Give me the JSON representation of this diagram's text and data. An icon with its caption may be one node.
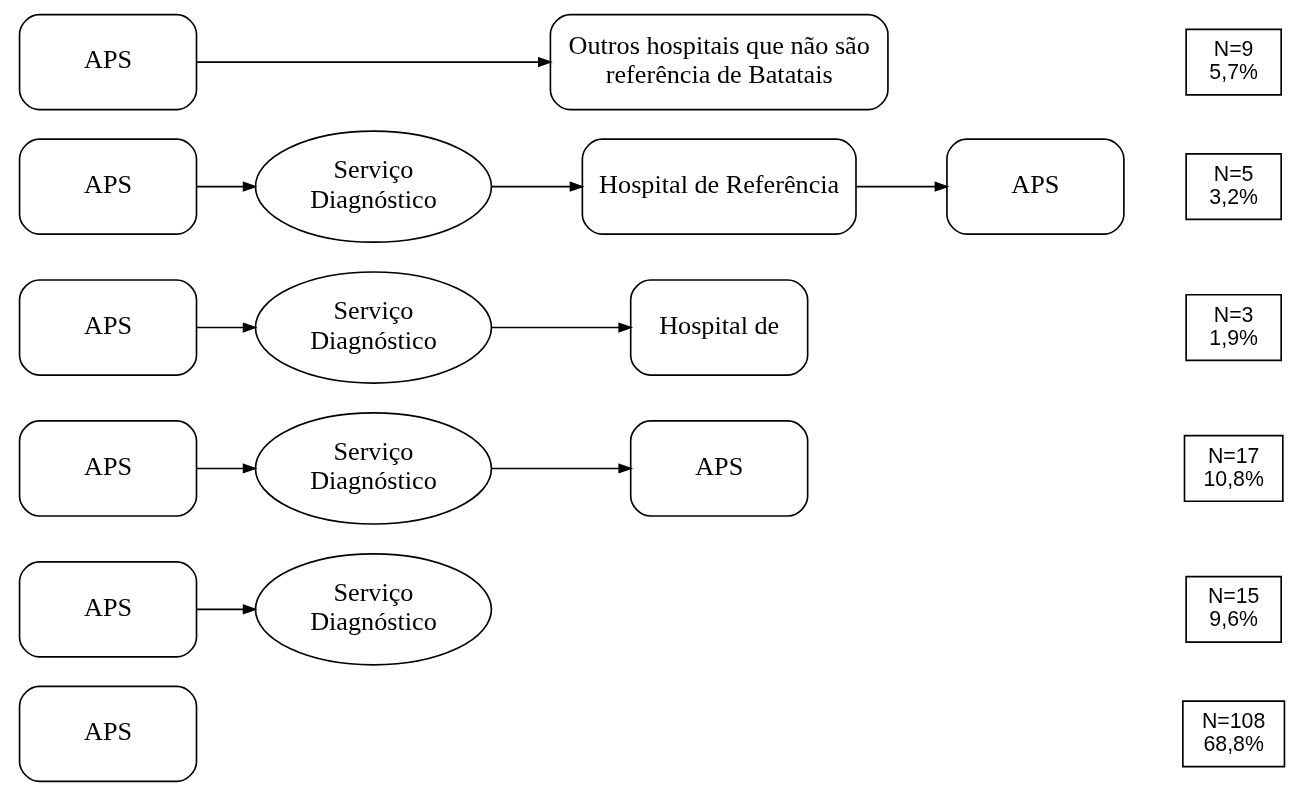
{
  "diagram": {
    "nodes": [
      {
        "text": [
          "APS"
        ]
      },
      {
        "text": [
          "N=108",
          "68,8%"
        ]
      },
      {
        "text": [
          "APS"
        ]
      },
      {
        "text": [
          "Serviço Diagnóstico"
        ]
      },
      {
        "text": [
          "N=15",
          "9,6%"
        ]
      },
      {
        "text": [
          "APS"
        ]
      },
      {
        "text": [
          "Serviço Diagnóstico"
        ]
      },
      {
        "text": [
          "APS"
        ]
      },
      {
        "text": [
          "N=17",
          "10,8%"
        ]
      },
      {
        "text": [
          "APS"
        ]
      },
      {
        "text": [
          "Serviço Diagnóstico"
        ]
      },
      {
        "text": [
          "Hospital de"
        ]
      },
      {
        "text": [
          "N=3",
          "1,9%"
        ]
      },
      {
        "text": [
          "APS"
        ]
      },
      {
        "text": [
          "Serviço Diagnóstico"
        ]
      },
      {
        "text": [
          "Hospital de Referência"
        ]
      },
      {
        "text": [
          "APS"
        ]
      },
      {
        "text": [
          "N=5",
          "3,2%"
        ]
      },
      {
        "text": [
          "APS"
        ]
      },
      {
        "text": [
          "Outros hospitais que não são referência de Batatais"
        ]
      },
      {
        "text": [
          "N=9",
          "5,7%"
        ]
      }
    ],
    "edges": [
      {
        "from": 2,
        "to": 3,
        "arrow": "to"
      },
      {
        "from": 5,
        "to": 6,
        "arrow": "to"
      },
      {
        "from": 6,
        "to": 7,
        "arrow": "to"
      },
      {
        "from": 9,
        "to": 10,
        "arrow": "to"
      },
      {
        "from": 10,
        "to": 11,
        "arrow": "to"
      },
      {
        "from": 13,
        "to": 14,
        "arrow": "to"
      },
      {
        "from": 14,
        "to": 15,
        "arrow": "to"
      },
      {
        "from": 15,
        "to": 16,
        "arrow": "to"
      },
      {
        "from": 18,
        "to": 19,
        "arrow": "to"
      }
    ]
  }
}
